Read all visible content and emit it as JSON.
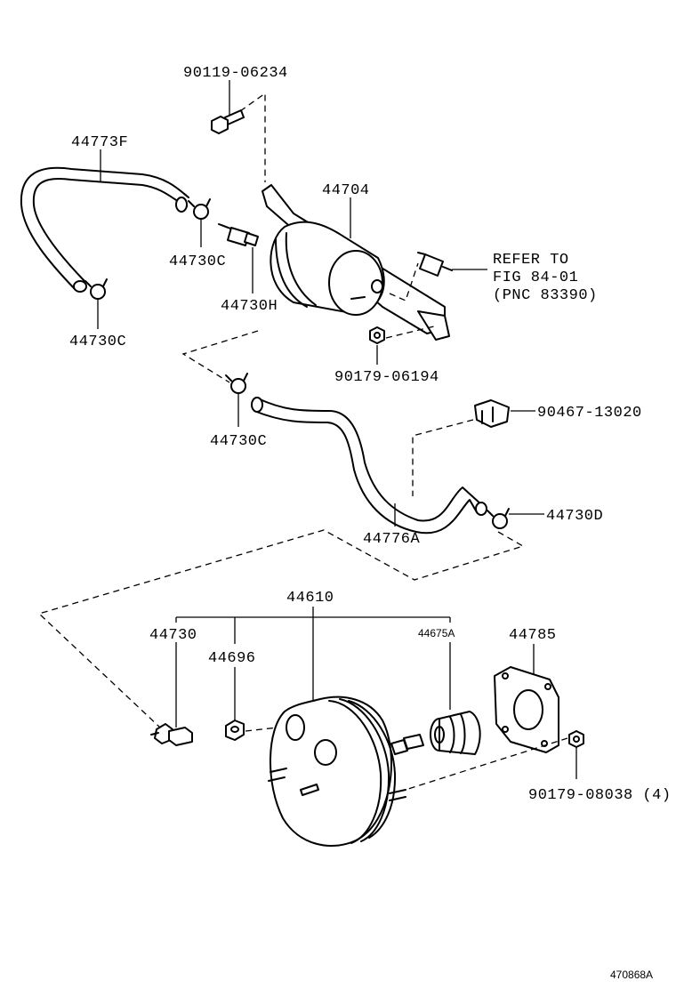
{
  "labels": {
    "bolt_top": "90119-06234",
    "hose_upper": "44773F",
    "canister": "44704",
    "clamp_left_upper": "44730C",
    "check_valve": "44730H",
    "clamp_left_lower": "44730C",
    "refer_line1": "REFER TO",
    "refer_line2": "FIG 84-01",
    "refer_line3": "(PNC 83390)",
    "nut_canister": "90179-06194",
    "clamp_mid": "44730C",
    "clip_right": "90467-13020",
    "clamp_right": "44730D",
    "hose_lower": "44776A",
    "booster_assy": "44610",
    "union": "44730",
    "grommet": "44696",
    "boot": "44675A",
    "gasket": "44785",
    "nut_booster": "90179-08038 (4)",
    "figure_code": "470868A"
  }
}
